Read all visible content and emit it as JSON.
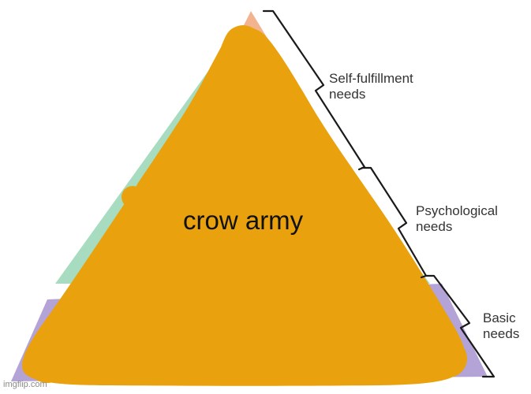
{
  "diagram": {
    "tiers": [
      {
        "line1": "Self-fulfillment",
        "line2": "needs",
        "color": "#f2b48e"
      },
      {
        "line1": "Psychological",
        "line2": "needs",
        "color": "#a8dcc0"
      },
      {
        "line1": "Basic",
        "line2": "needs",
        "color": "#b3a3d6"
      }
    ],
    "overlay_color": "#e9a20d",
    "overlay_text": "crow army"
  },
  "watermark": "imgflip.com"
}
